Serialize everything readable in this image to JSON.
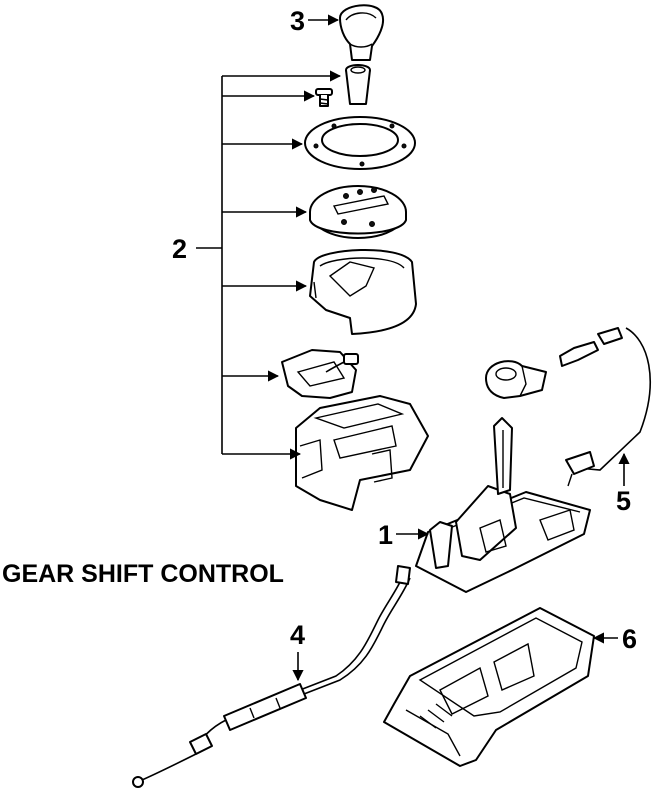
{
  "diagram": {
    "title": "GEAR SHIFT CONTROL",
    "callouts": [
      {
        "id": "1",
        "label": "1"
      },
      {
        "id": "2",
        "label": "2"
      },
      {
        "id": "3",
        "label": "3"
      },
      {
        "id": "4",
        "label": "4"
      },
      {
        "id": "5",
        "label": "5"
      },
      {
        "id": "6",
        "label": "6"
      }
    ],
    "colors": {
      "ink": "#000000",
      "background": "#ffffff"
    }
  }
}
